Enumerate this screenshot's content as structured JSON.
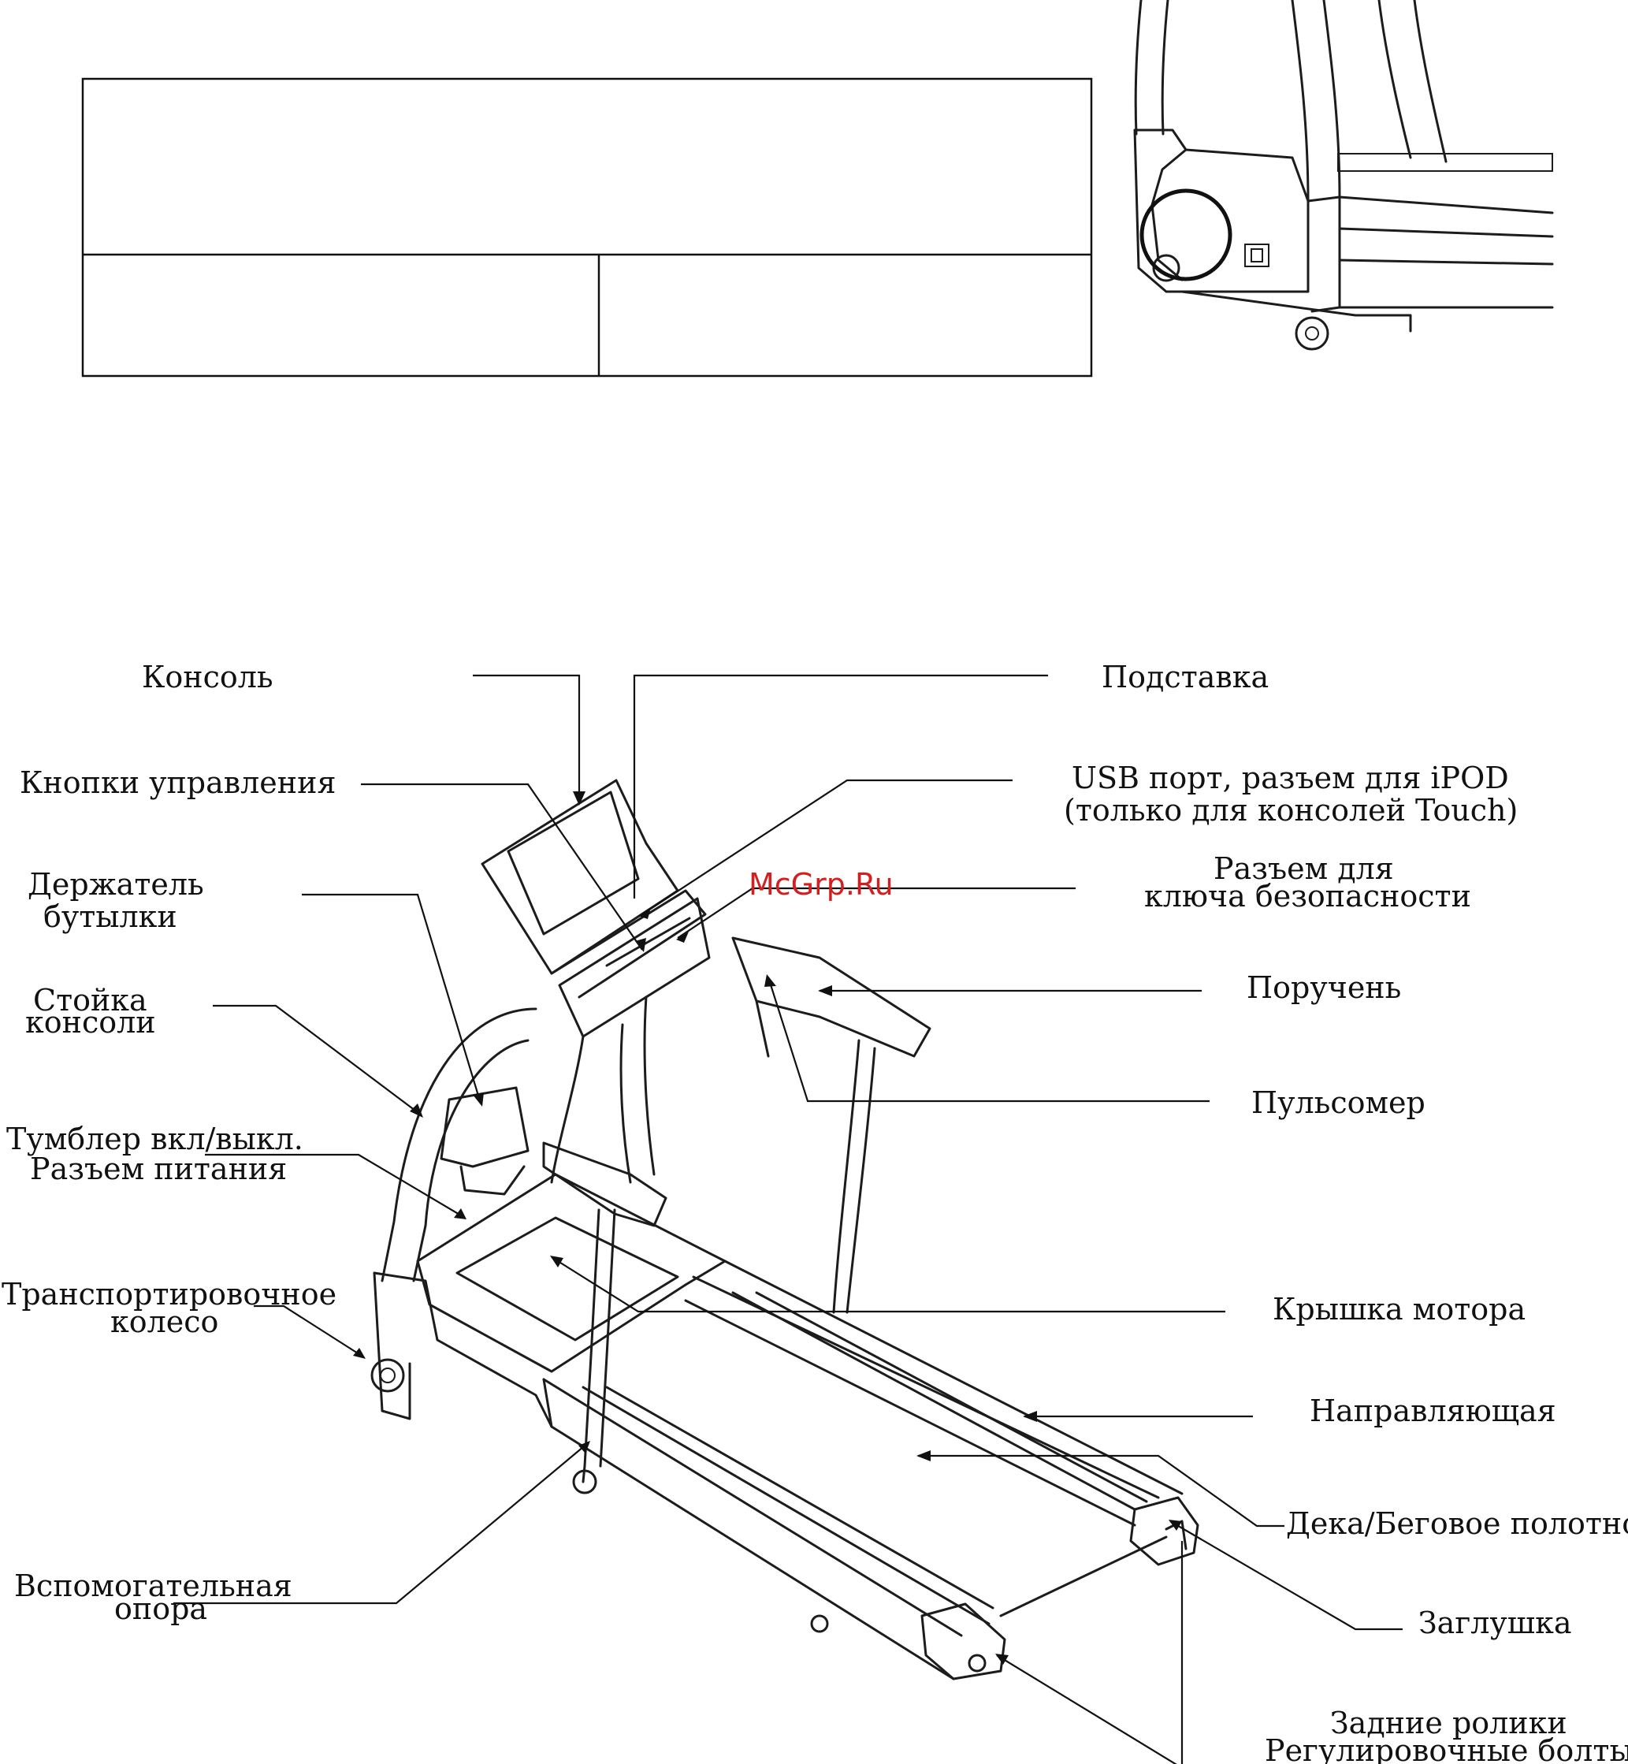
{
  "watermark": "McGrp.Ru",
  "labels": [
    {
      "id": "console",
      "text": "Консоль"
    },
    {
      "id": "stand",
      "text": "Подставка"
    },
    {
      "id": "controls",
      "text": "Кнопки управления"
    },
    {
      "id": "usb1",
      "text": "USB порт, разъем для iPOD"
    },
    {
      "id": "usb2",
      "text": "(только для консолей Touch)"
    },
    {
      "id": "key1",
      "text": "Разъем для"
    },
    {
      "id": "key2",
      "text": "ключа безопасности"
    },
    {
      "id": "bottle1",
      "text": "Держатель"
    },
    {
      "id": "bottle2",
      "text": "бутылки"
    },
    {
      "id": "handrail",
      "text": "Поручень"
    },
    {
      "id": "upright1",
      "text": "Стойка"
    },
    {
      "id": "upright2",
      "text": "консоли"
    },
    {
      "id": "pulse",
      "text": "Пульсомер"
    },
    {
      "id": "power1",
      "text": "Тумблер вкл/выкл."
    },
    {
      "id": "power2",
      "text": "Разъем питания"
    },
    {
      "id": "wheel1",
      "text": "Транспортировочное"
    },
    {
      "id": "wheel2",
      "text": "колесо"
    },
    {
      "id": "hood",
      "text": "Крышка мотора"
    },
    {
      "id": "rail",
      "text": "Направляющая"
    },
    {
      "id": "deck",
      "text": "Дека/Беговое полотно"
    },
    {
      "id": "support1",
      "text": "Вспомогательная"
    },
    {
      "id": "support2",
      "text": "опора"
    },
    {
      "id": "cap",
      "text": "Заглушка"
    },
    {
      "id": "rear1",
      "text": "Задние ролики"
    },
    {
      "id": "rear2",
      "text": "Регулировочные болты"
    }
  ]
}
